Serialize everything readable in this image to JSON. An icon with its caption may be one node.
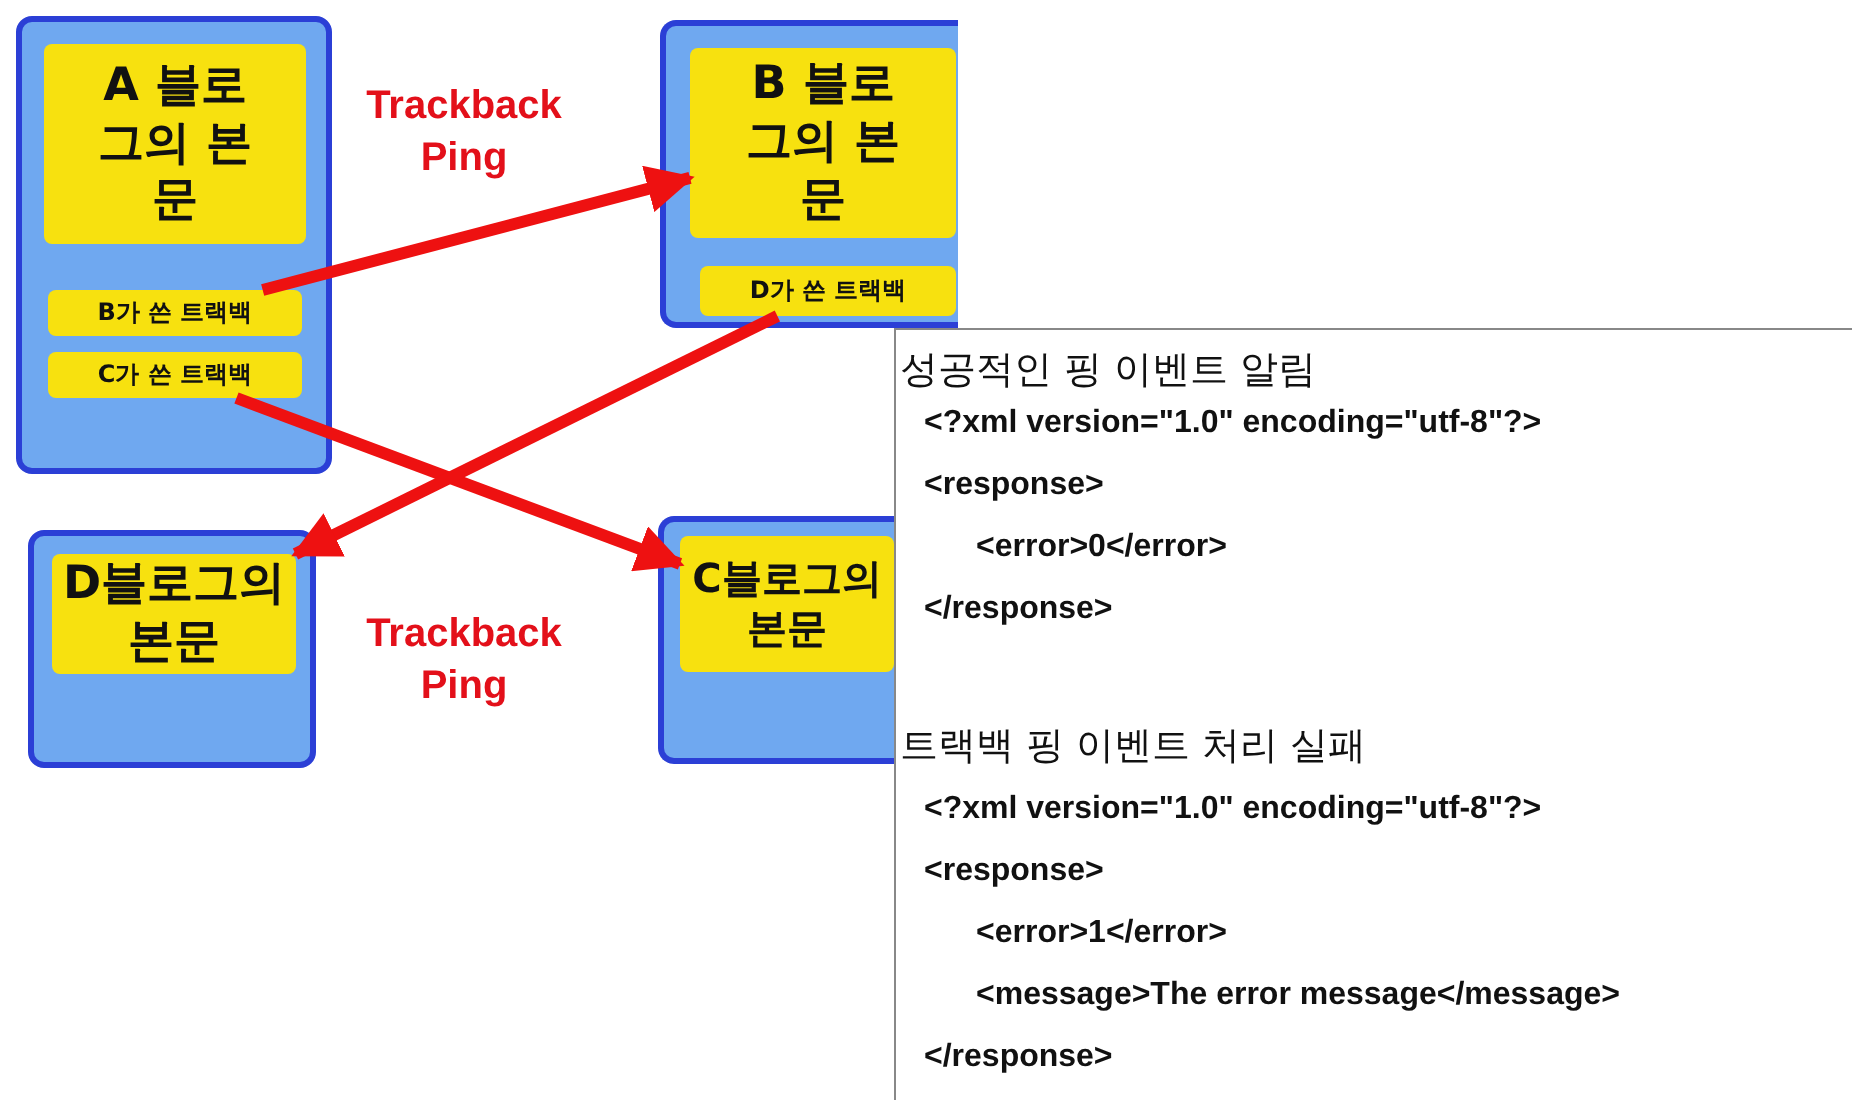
{
  "diagram": {
    "nodes": [
      {
        "text": [],
        "shape": "box"
      },
      {
        "text": [
          "A 블로그의 본문"
        ],
        "in": 0
      },
      {
        "text": [
          "B가 쓴 트랙백"
        ],
        "in": 0
      },
      {
        "text": [
          "C가 쓴 트랙백"
        ],
        "in": 0
      },
      {
        "text": [],
        "shape": "box"
      },
      {
        "text": [
          "B 블로그의 본문"
        ],
        "in": 4
      },
      {
        "text": [
          "D가 쓴 트랙백"
        ],
        "in": 4
      },
      {
        "text": [],
        "shape": "box"
      },
      {
        "text": [
          "D블로그의 본문"
        ],
        "in": 7
      },
      {
        "text": [],
        "shape": "box"
      },
      {
        "text": [
          "C블로그의 본문"
        ],
        "in": 9
      },
      {
        "text": [
          "성공적인 핑 이벤트 알림",
          "<?xml version=\"1.0\" encoding=\"utf-8\"?>",
          "<response>",
          "<error>0</error>",
          "</response>",
          "트랙백 핑 이벤트 처리 실패",
          "<?xml version=\"1.0\" encoding=\"utf-8\"?>",
          "<response>",
          "<error>1</error>",
          "<message>The error message</message>",
          "</response>"
        ]
      }
    ],
    "edges": [
      {
        "from": 2,
        "to": 5,
        "arrow": "to"
      },
      {
        "from": 3,
        "to": 10,
        "arrow": "to"
      },
      {
        "from": 6,
        "to": 8,
        "arrow": "to"
      }
    ],
    "labels": [
      "Trackback Ping",
      "Trackback Ping"
    ]
  }
}
